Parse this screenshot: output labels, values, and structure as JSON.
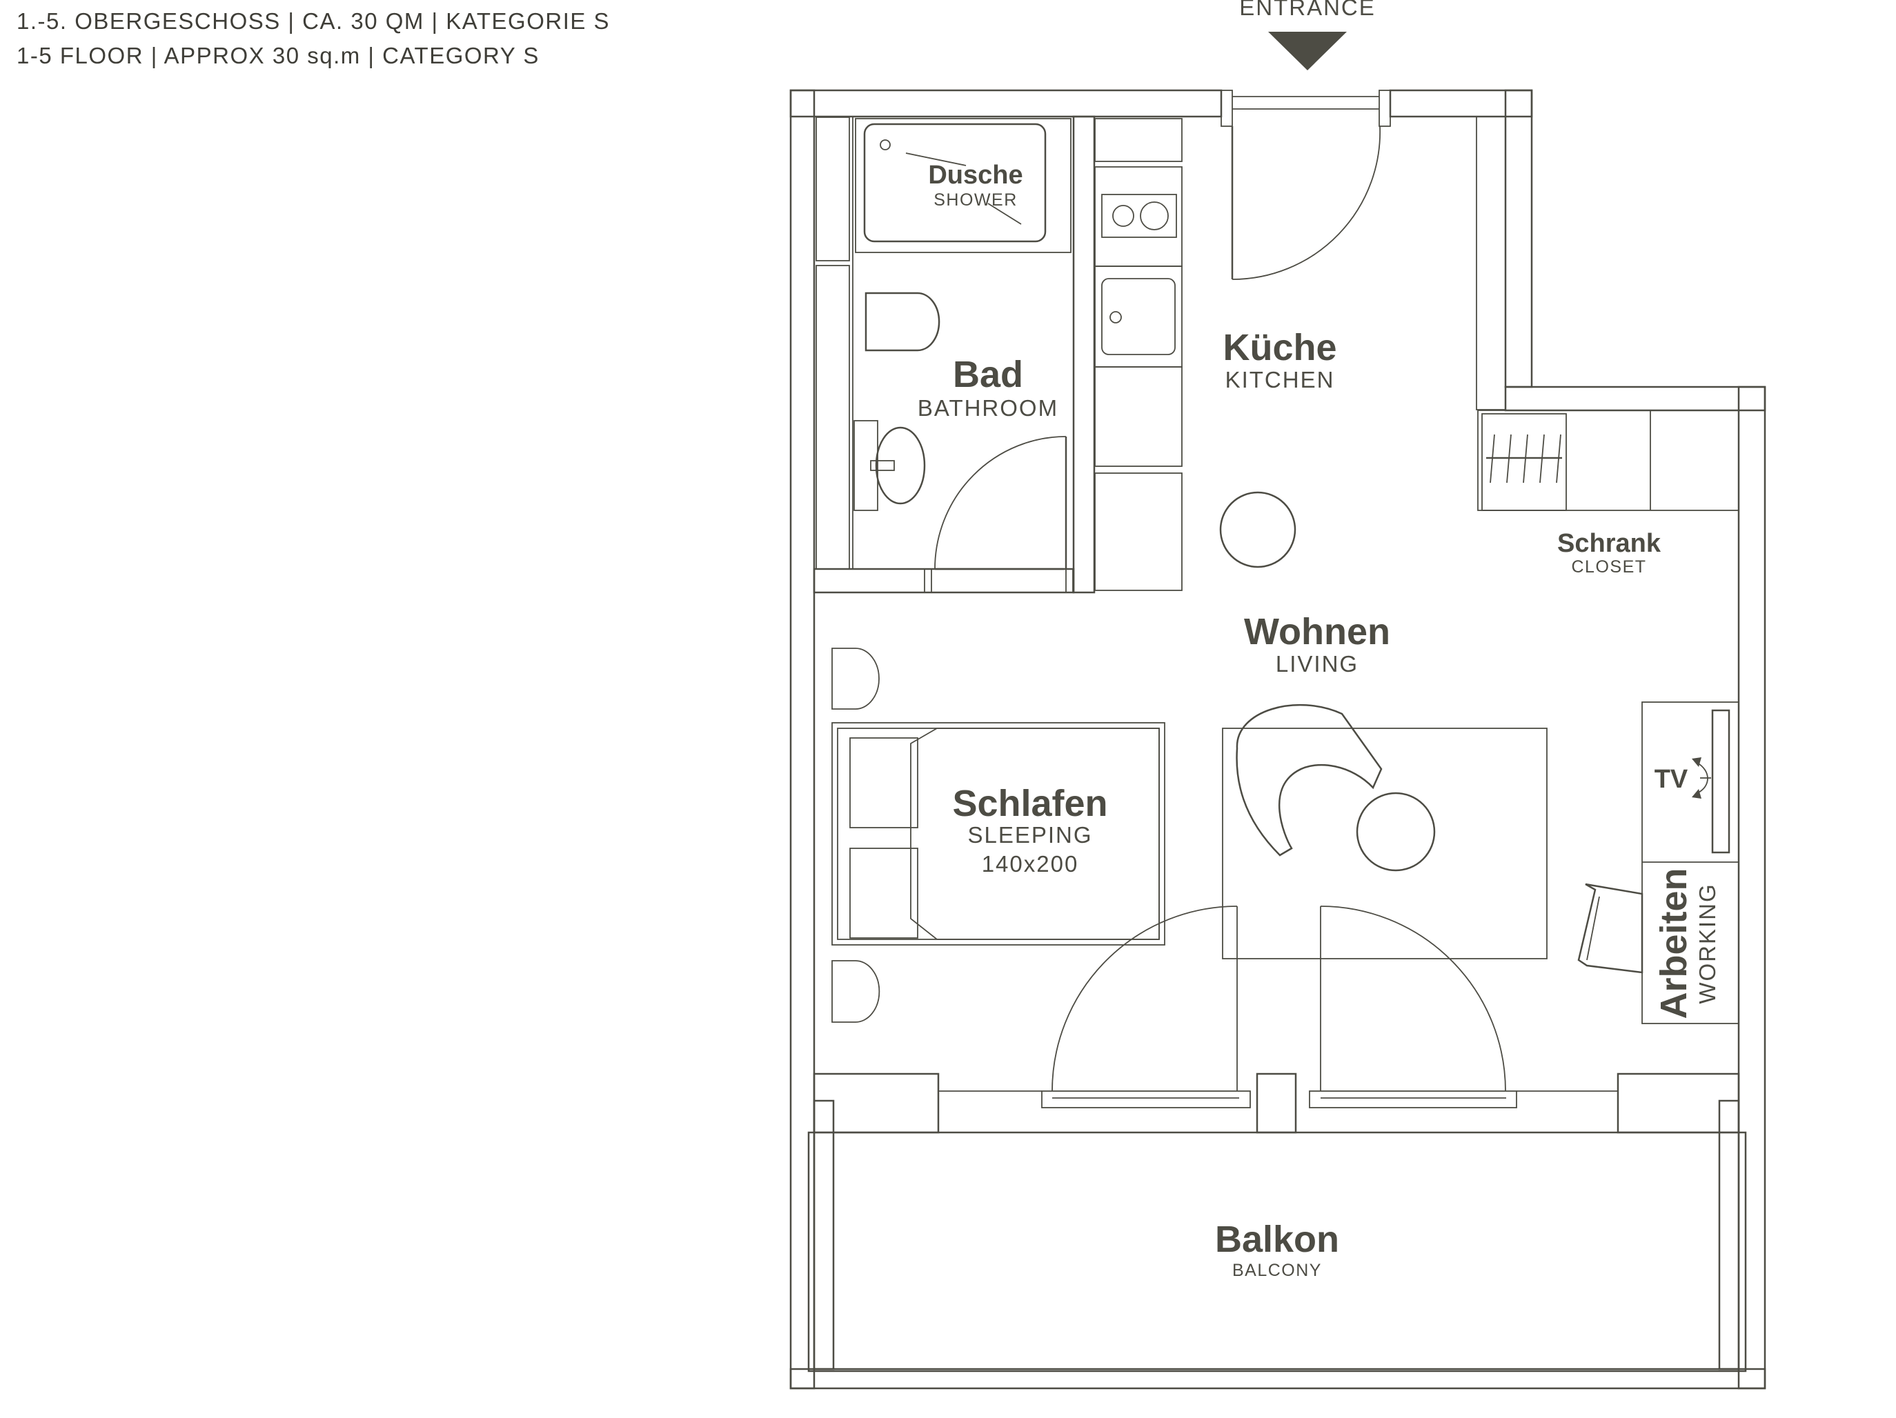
{
  "header": {
    "line_de": "1.-5. OBERGESCHOSS | CA. 30 QM | KATEGORIE S",
    "line_en": "1-5 FLOOR | APPROX 30 sq.m | CATEGORY S"
  },
  "entrance": {
    "label": "ENTRANCE"
  },
  "rooms": {
    "shower": {
      "de": "Dusche",
      "en": "SHOWER"
    },
    "bathroom": {
      "de": "Bad",
      "en": "BATHROOM"
    },
    "kitchen": {
      "de": "Küche",
      "en": "KITCHEN"
    },
    "closet": {
      "de": "Schrank",
      "en": "CLOSET"
    },
    "living": {
      "de": "Wohnen",
      "en": "LIVING"
    },
    "sleeping": {
      "de": "Schlafen",
      "en": "SLEEPING",
      "size": "140x200"
    },
    "working": {
      "de": "Arbeiten",
      "en": "WORKING"
    },
    "balcony": {
      "de": "Balkon",
      "en": "BALCONY"
    }
  },
  "tv": {
    "label": "TV"
  },
  "colors": {
    "line": "#4d4c44",
    "background": "#ffffff"
  }
}
